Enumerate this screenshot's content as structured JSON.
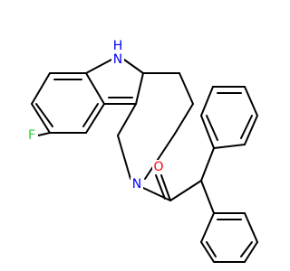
{
  "molecule": {
    "atoms": {
      "nh_n": "N",
      "nh_h": "H",
      "f": "F",
      "n_amide": "N",
      "o": "O"
    },
    "colors": {
      "bond": "#000000",
      "nitrogen": "#0000ff",
      "fluorine": "#33cc33",
      "oxygen": "#ff0000",
      "background": "#ffffff"
    }
  }
}
